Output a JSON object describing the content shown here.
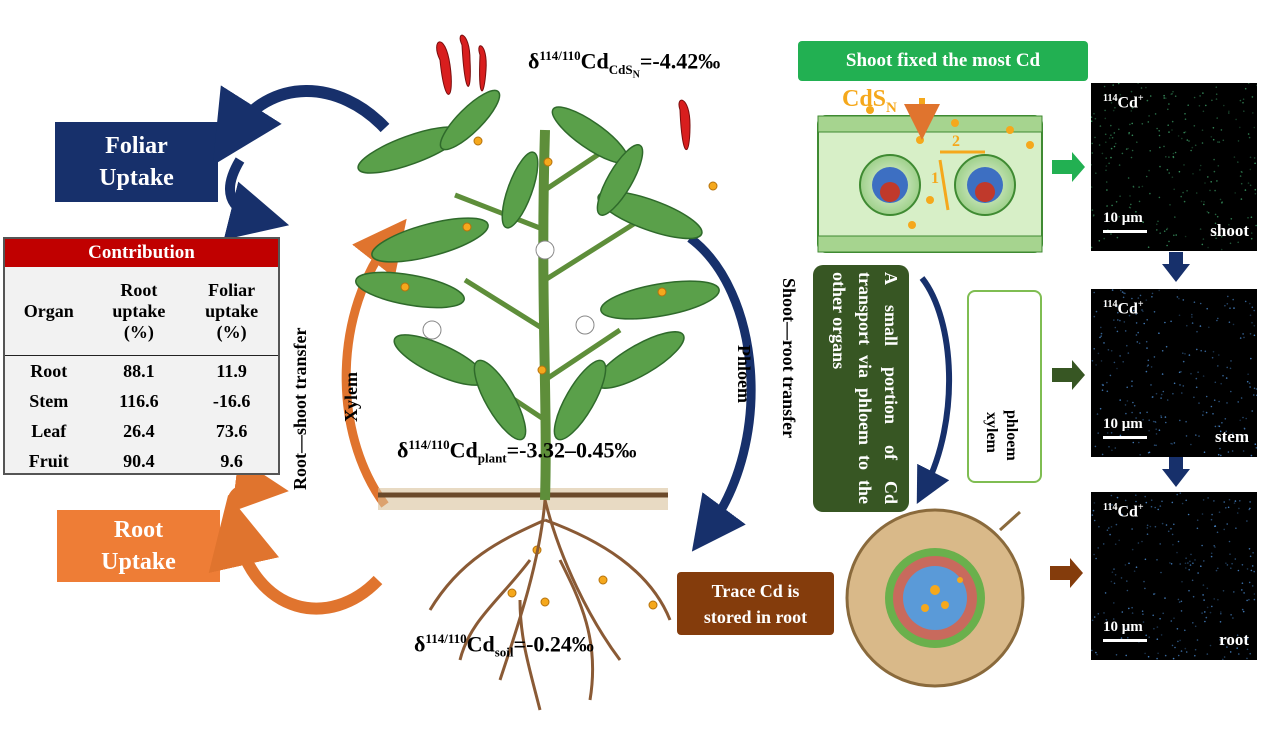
{
  "foliar_uptake": {
    "line1": "Foliar",
    "line2": "Uptake",
    "color": "#17306b"
  },
  "root_uptake": {
    "line1": "Root",
    "line2": "Uptake",
    "color": "#ee7d36"
  },
  "table": {
    "title": "Contribution",
    "headers": {
      "organ": "Organ",
      "root": [
        "Root",
        "uptake",
        "(%)"
      ],
      "foliar": [
        "Foliar",
        "uptake",
        "(%)"
      ]
    },
    "rows": [
      {
        "organ": "Root",
        "root": "88.1",
        "foliar": "11.9"
      },
      {
        "organ": "Stem",
        "root": "116.6",
        "foliar": "-16.6"
      },
      {
        "organ": "Leaf",
        "root": "26.4",
        "foliar": "73.6"
      },
      {
        "organ": "Fruit",
        "root": "90.4",
        "foliar": "9.6"
      }
    ]
  },
  "labels": {
    "root_shoot": "Root—shoot transfer",
    "xylem": "Xylem",
    "phloem": "Phloem",
    "shoot_root": "Shoot—root transfer"
  },
  "isotopes": {
    "cdsn": {
      "delta": "δ",
      "sup": "114/110",
      "cd": "Cd",
      "sub": "CdS",
      "subsub": "N",
      "value": "=-4.42‰"
    },
    "plant": {
      "delta": "δ",
      "sup": "114/110",
      "cd": "Cd",
      "sub": "plant",
      "value": "=-3.32–0.45‰"
    },
    "soil": {
      "delta": "δ",
      "sup": "114/110",
      "cd": "Cd",
      "sub": "soil",
      "value": "=-0.24‰"
    }
  },
  "shoot_banner": "Shoot fixed the most Cd",
  "cdsn_label": {
    "main": "CdS",
    "sub": "N"
  },
  "leaf_numbers": {
    "one": "1",
    "two": "2"
  },
  "transport_text": "A small portion of Cd transport via phloem to the other organs",
  "phloem_xylem": {
    "phloem": "phloem",
    "xylem": "xylem"
  },
  "trace_text": {
    "line1": "Trace Cd is",
    "line2": "stored in root"
  },
  "micrographs": [
    {
      "ion": "Cd",
      "ion_sup": "114",
      "charge": "+",
      "scale": "10 μm",
      "tag": "shoot"
    },
    {
      "ion": "Cd",
      "ion_sup": "114",
      "charge": "+",
      "scale": "10 μm",
      "tag": "stem"
    },
    {
      "ion": "Cd",
      "ion_sup": "114",
      "charge": "+",
      "scale": "10 μm",
      "tag": "root"
    }
  ],
  "colors": {
    "navy": "#17306b",
    "orange": "#ee7d36",
    "red": "#c00000",
    "green": "#22b052",
    "dark_green": "#375623",
    "brown": "#843c0c",
    "gold": "#f5a81c"
  }
}
